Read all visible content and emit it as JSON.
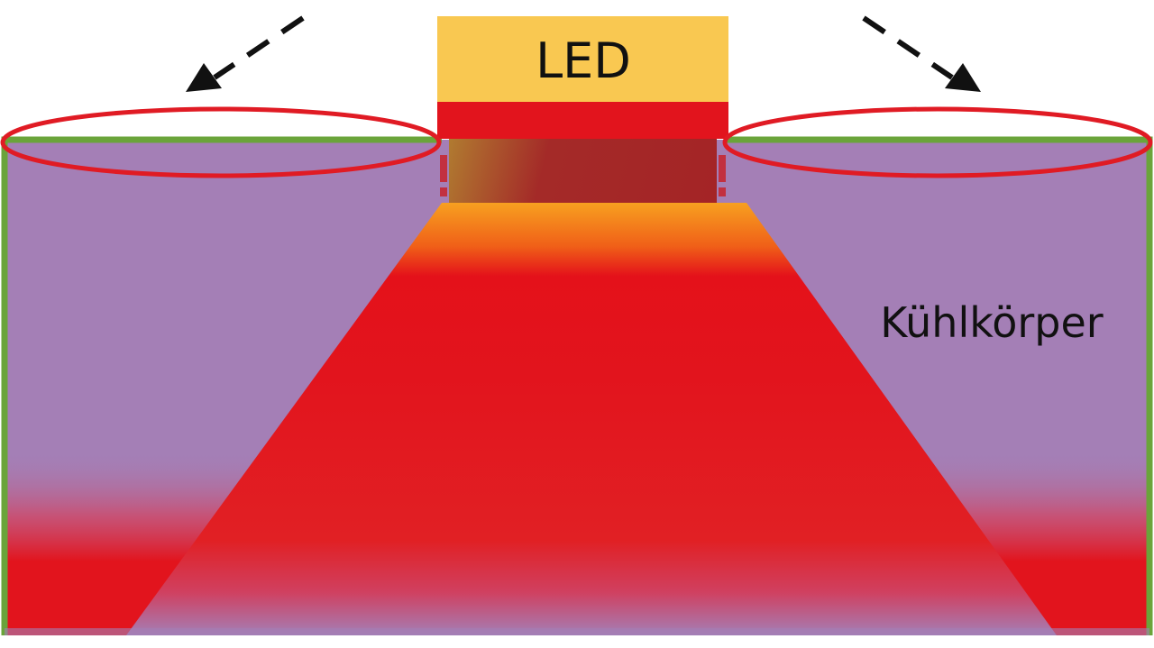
{
  "led_label": "LED",
  "heatsink_label": "Kühlkörper",
  "colors": {
    "heatsink": "#A47FB6",
    "heatsink_edge": "#6AA43A",
    "heat": "#E4111A",
    "heat_hot": "#F59A1E",
    "led_body": "#F9C851",
    "led_base": "#E2141D",
    "chip": "#A42426",
    "highlight_ellipse": "#E01B24",
    "arrow": "#111111"
  },
  "icons": {
    "arrows": "dashed-arrow-icon",
    "highlight": "ellipse-outline"
  }
}
